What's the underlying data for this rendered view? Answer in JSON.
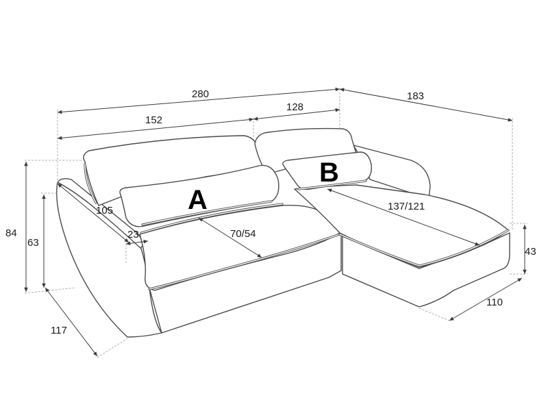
{
  "dimensions": {
    "total_width": "280",
    "section_a_width": "152",
    "section_b_width": "128",
    "chaise_length": "183",
    "total_height": "84",
    "backrest_height": "63",
    "depth": "117",
    "seat_depth": "105",
    "armrest_width": "23",
    "seat_a_depth": "70/54",
    "seat_b_length": "137/121",
    "seat_height": "43",
    "chaise_width": "110"
  },
  "section_labels": {
    "a": "A",
    "b": "B"
  },
  "colors": {
    "line": "#4a4a4a",
    "text": "#1a1a1a",
    "background": "#ffffff"
  }
}
